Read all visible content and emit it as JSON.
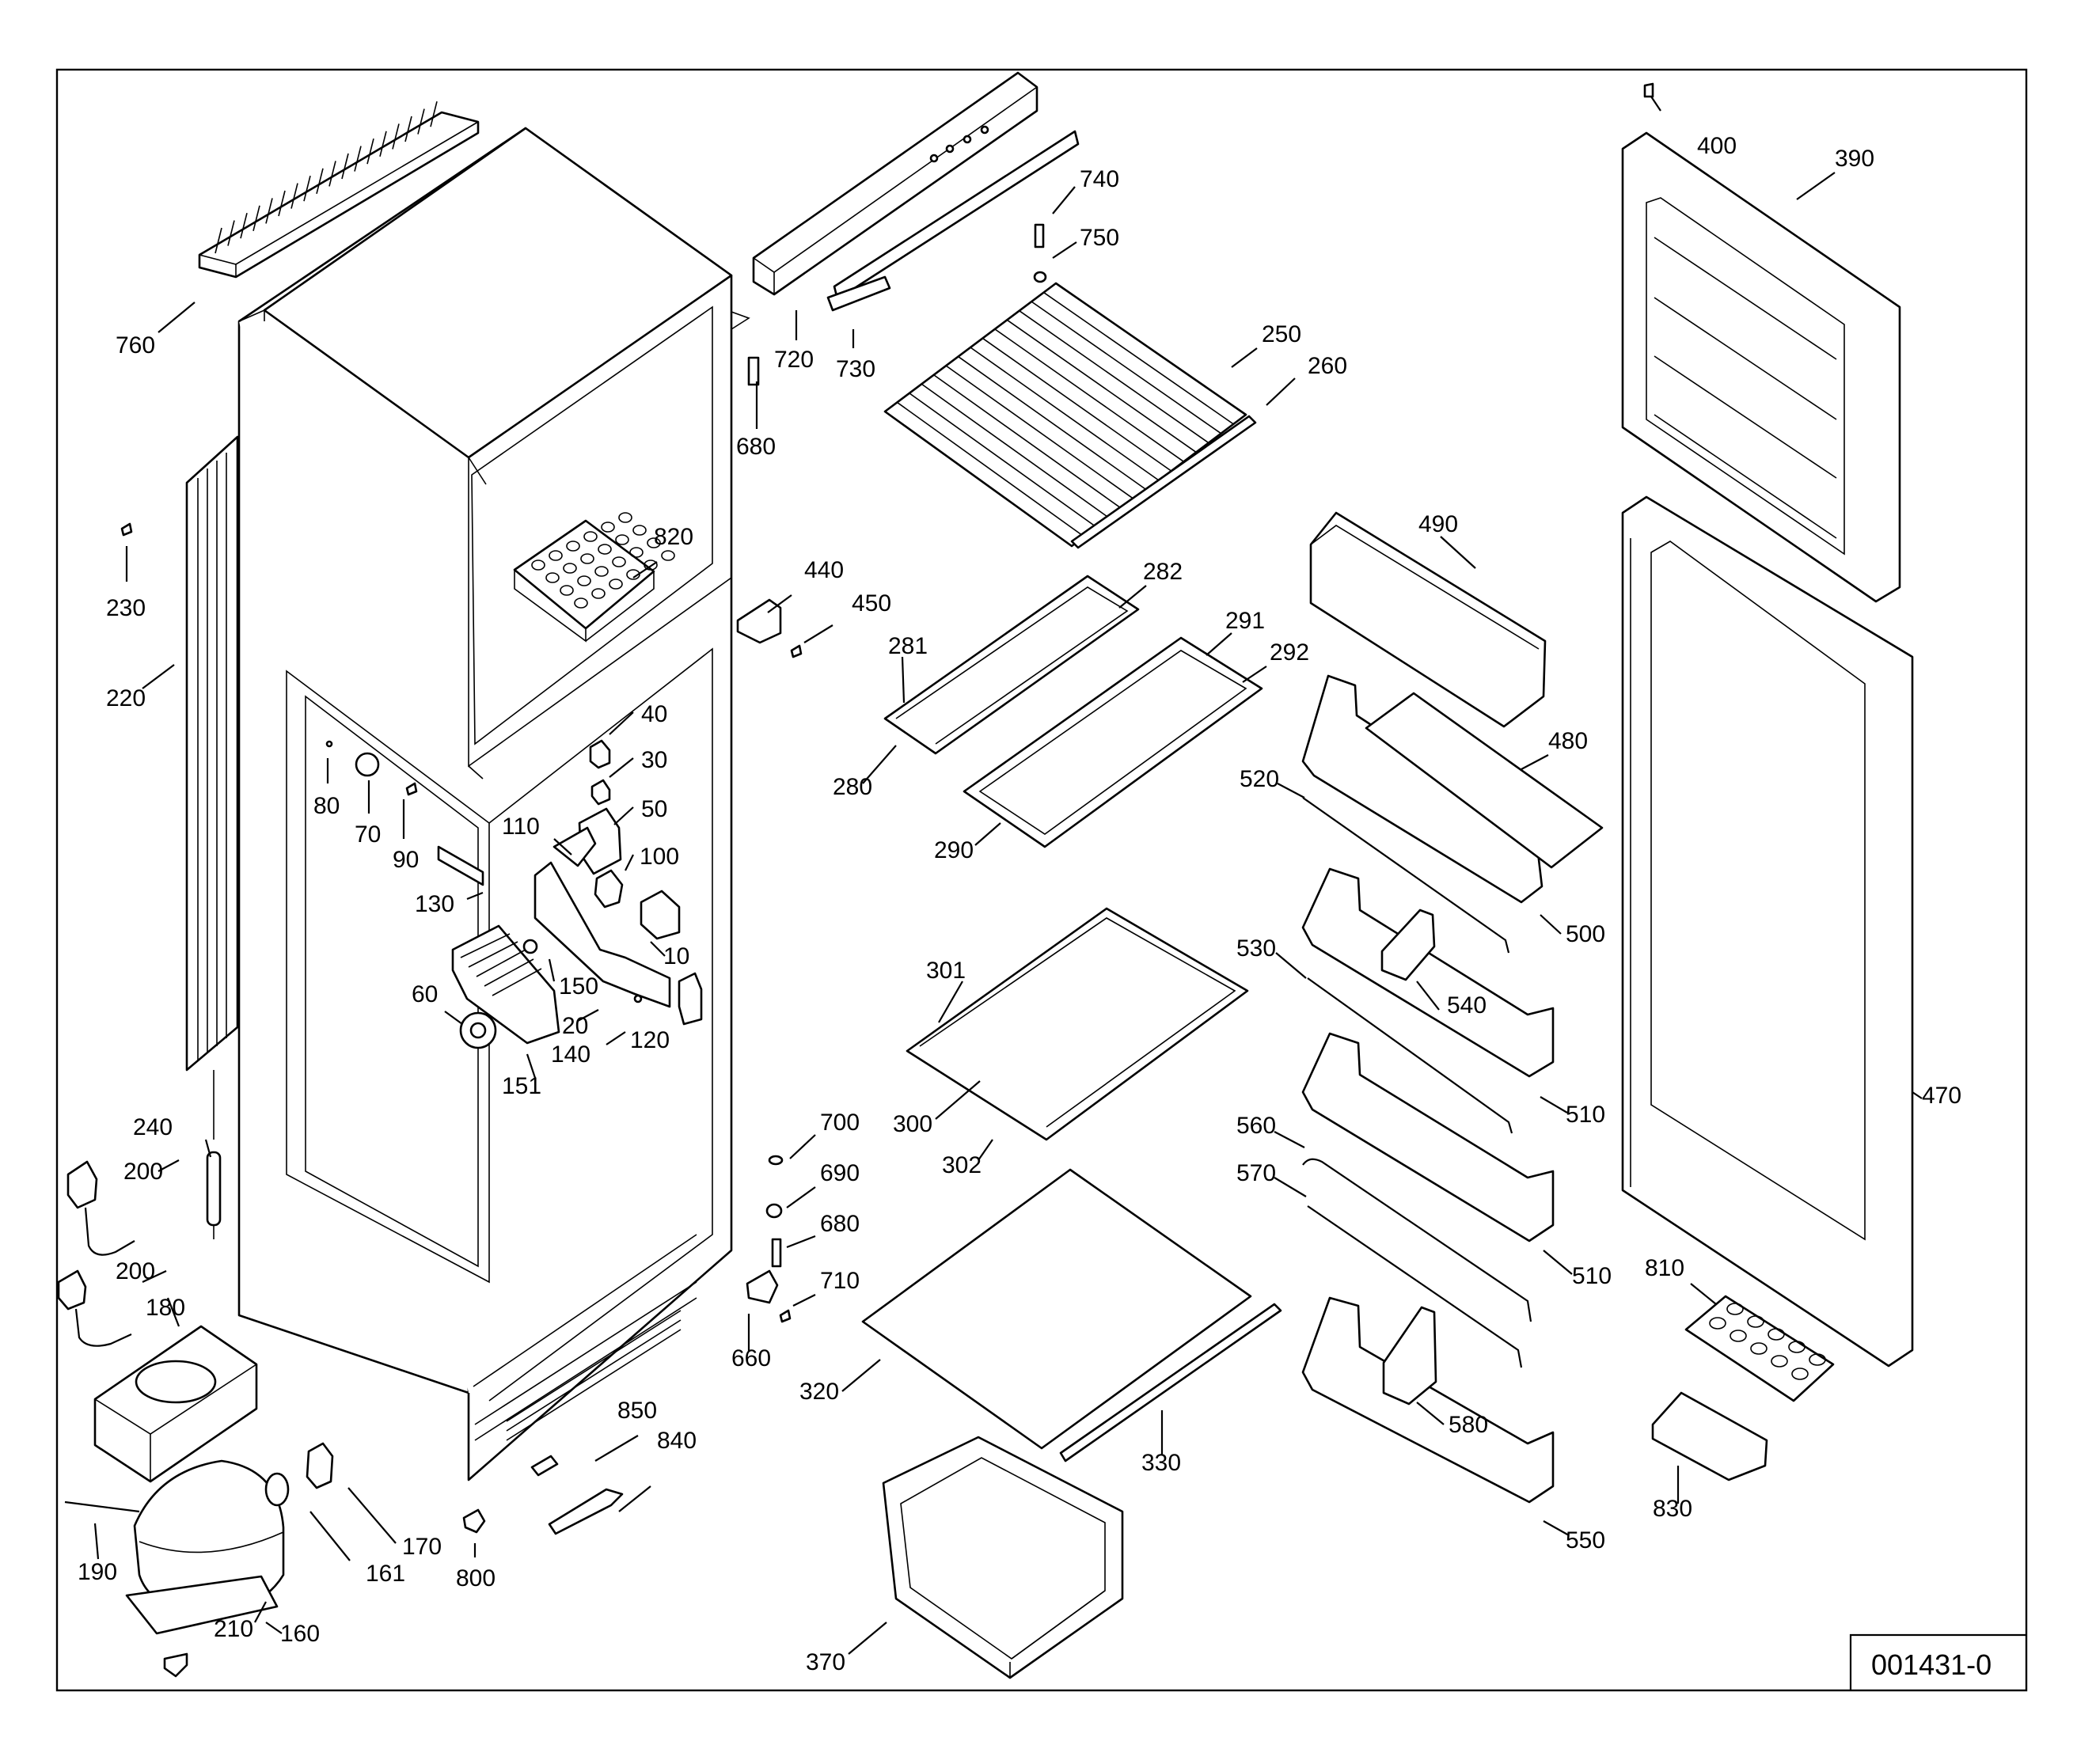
{
  "diagram": {
    "drawing_number": "001431-0",
    "labels": [
      "10",
      "20",
      "30",
      "40",
      "50",
      "60",
      "70",
      "80",
      "90",
      "100",
      "110",
      "120",
      "130",
      "140",
      "150",
      "151",
      "160",
      "161",
      "170",
      "180",
      "190",
      "200",
      "200",
      "210",
      "220",
      "230",
      "240",
      "250",
      "260",
      "280",
      "281",
      "282",
      "290",
      "291",
      "292",
      "300",
      "301",
      "302",
      "320",
      "330",
      "370",
      "390",
      "400",
      "440",
      "450",
      "470",
      "480",
      "490",
      "500",
      "510",
      "510",
      "520",
      "530",
      "540",
      "550",
      "560",
      "570",
      "580",
      "660",
      "680",
      "680",
      "690",
      "700",
      "710",
      "720",
      "730",
      "740",
      "750",
      "760",
      "800",
      "810",
      "820",
      "830",
      "840",
      "850"
    ]
  }
}
